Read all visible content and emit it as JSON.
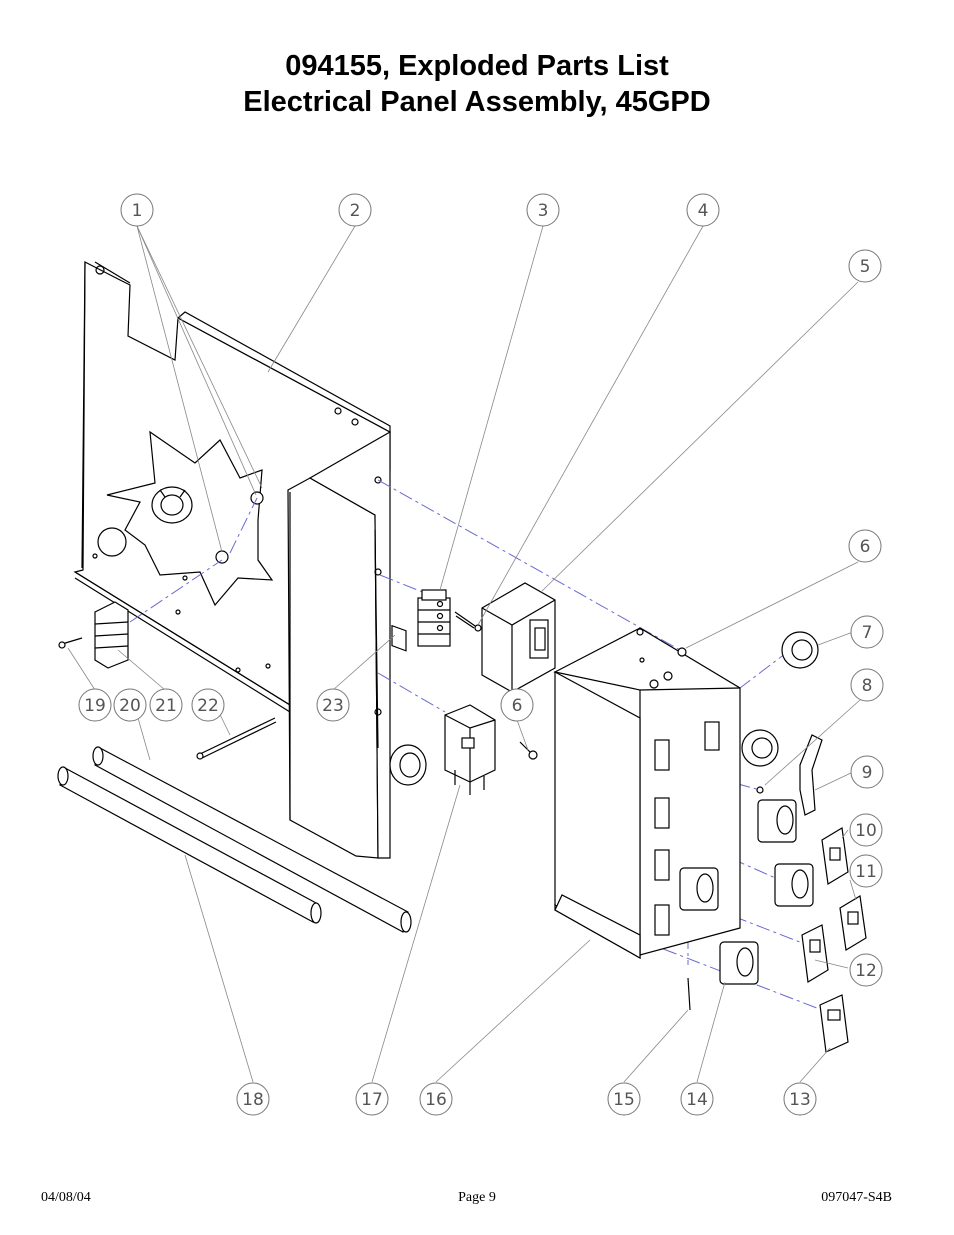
{
  "header": {
    "title_line1": "094155, Exploded Parts List",
    "title_line2": "Electrical Panel Assembly, 45GPD"
  },
  "footer": {
    "date": "04/08/04",
    "page": "Page 9",
    "doc_number": "097047-S4B"
  },
  "callouts": [
    "1",
    "2",
    "3",
    "4",
    "5",
    "6",
    "6",
    "7",
    "8",
    "9",
    "10",
    "11",
    "12",
    "13",
    "14",
    "15",
    "16",
    "17",
    "18",
    "19",
    "20",
    "21",
    "22",
    "23"
  ],
  "colors": {
    "line": "#000000",
    "leader": "#777777",
    "centerline": "#6666cc"
  }
}
